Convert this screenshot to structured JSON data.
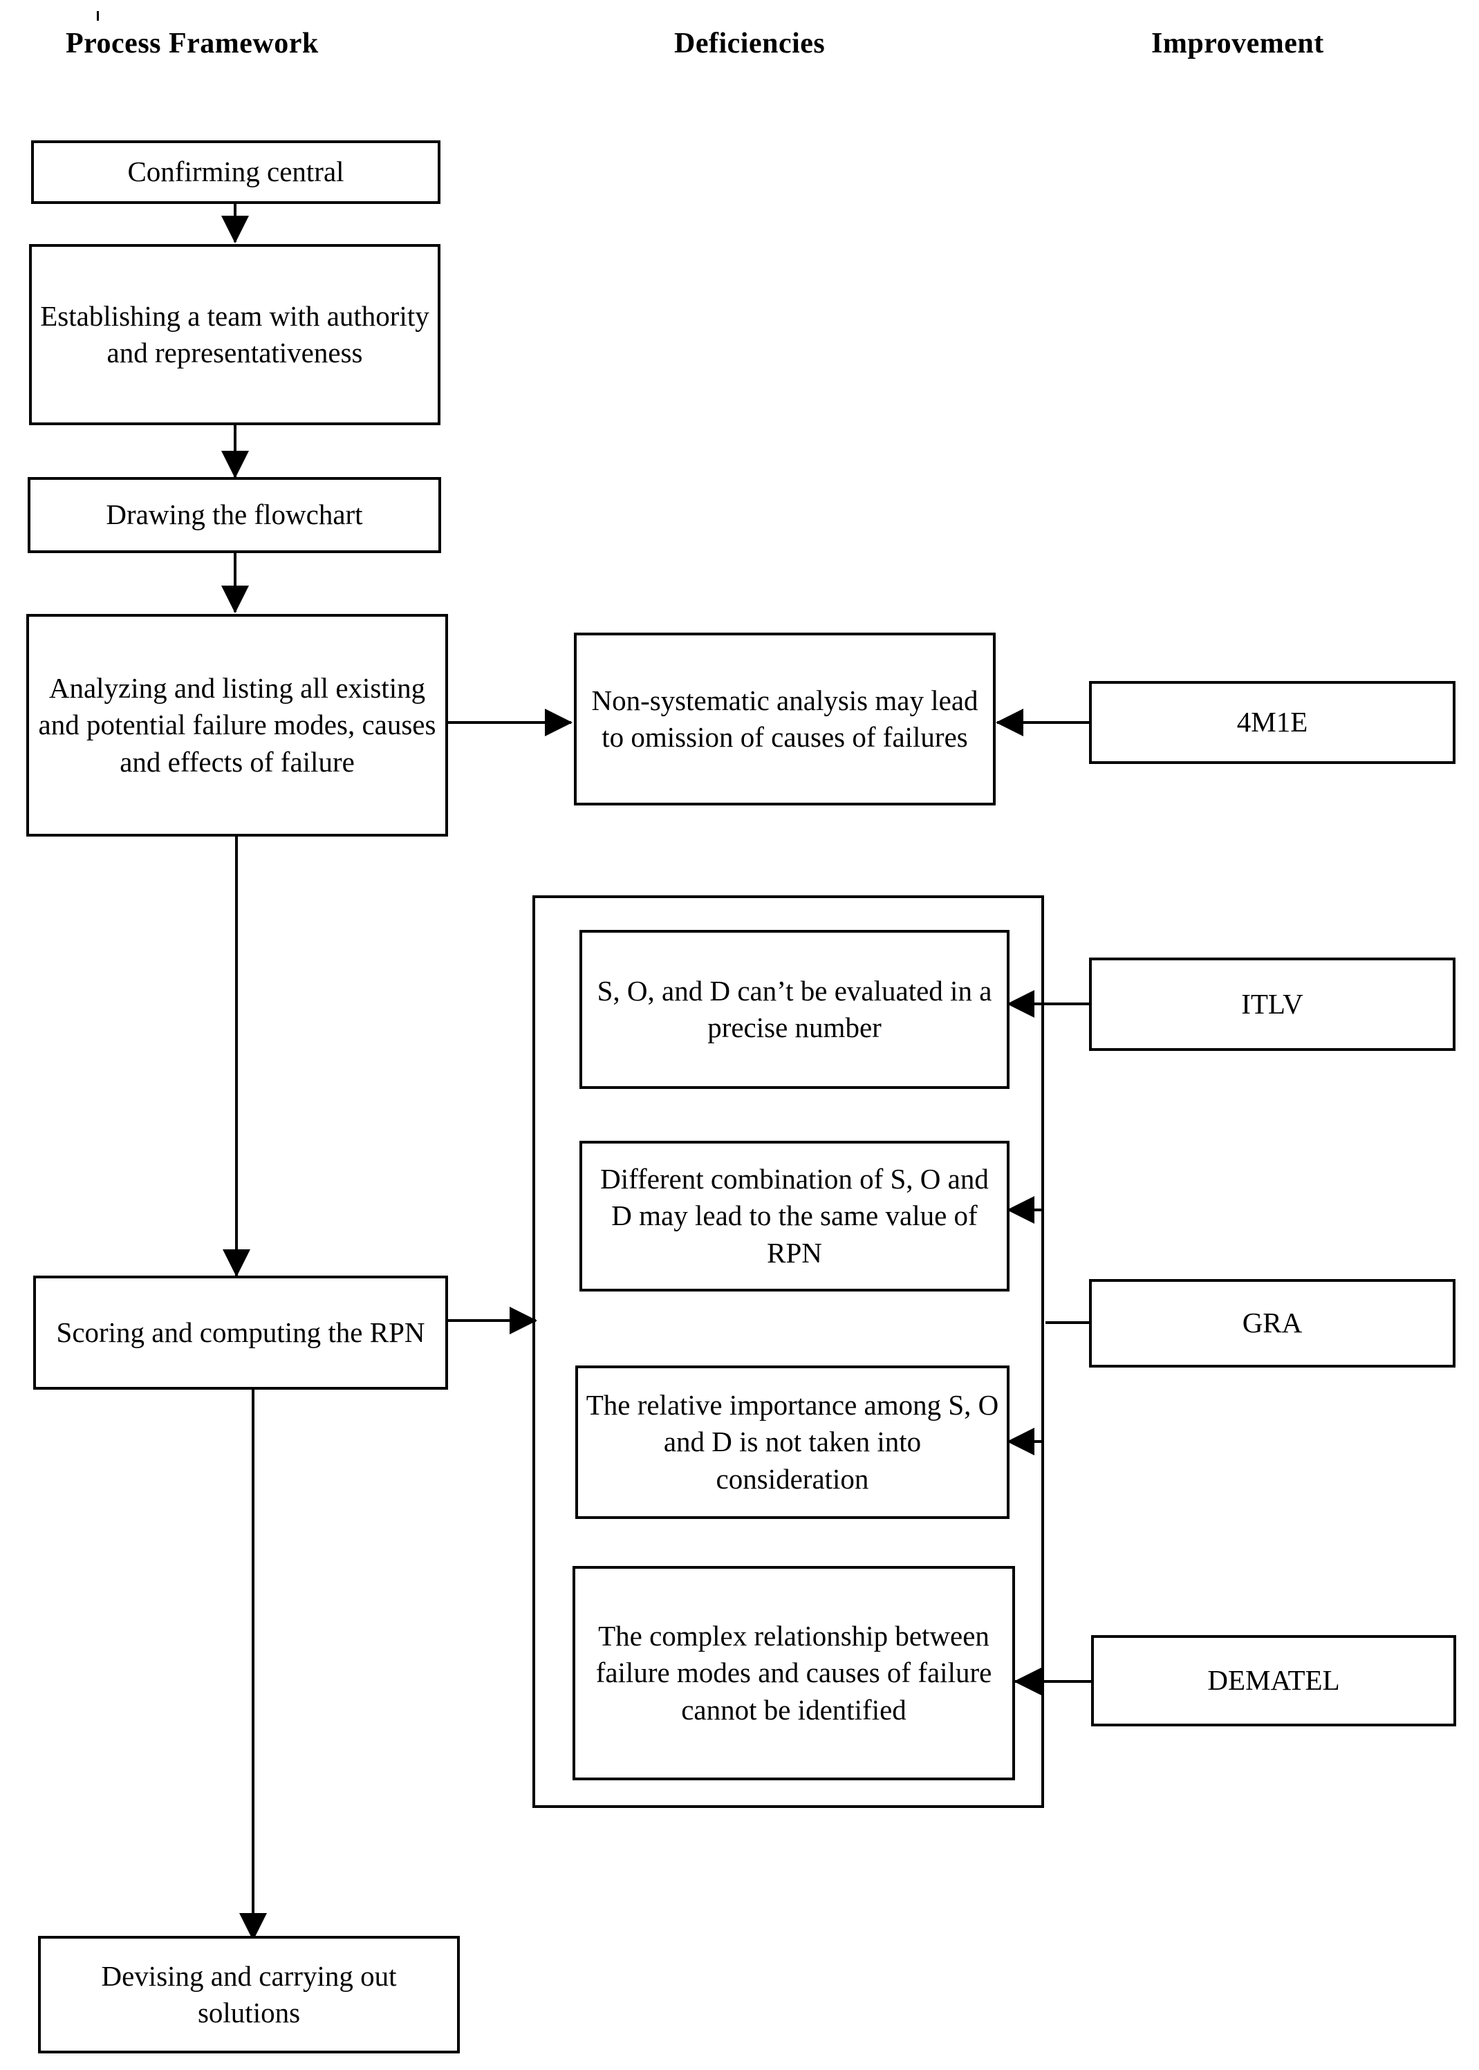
{
  "columns": [
    {
      "id": "process-framework",
      "label": "Process Framework"
    },
    {
      "id": "deficiencies",
      "label": "Deficiencies"
    },
    {
      "id": "improvement",
      "label": "Improvement"
    }
  ],
  "process_steps": [
    {
      "id": "confirming-central",
      "label": "Confirming central"
    },
    {
      "id": "establishing-team",
      "label": "Establishing a team with authority and representativeness"
    },
    {
      "id": "drawing-flowchart",
      "label": "Drawing the flowchart"
    },
    {
      "id": "analyzing-failure-modes",
      "label": "Analyzing and listing all existing and potential failure modes, causes and effects of failure"
    },
    {
      "id": "scoring-rpn",
      "label": "Scoring and computing the RPN"
    },
    {
      "id": "devising-solutions",
      "label": "Devising and carrying out solutions"
    }
  ],
  "deficiencies": [
    {
      "id": "non-systematic-analysis",
      "label": "Non-systematic analysis may lead to omission of causes of failures"
    },
    {
      "id": "sod-not-precise",
      "label": "S, O, and D can’t be evaluated in a precise number"
    },
    {
      "id": "same-rpn-value",
      "label": "Different combination of S, O and D may lead to the same value of RPN"
    },
    {
      "id": "relative-importance",
      "label": "The relative importance among S, O and D is not taken into consideration"
    },
    {
      "id": "complex-relationship",
      "label": "The complex relationship between failure modes and causes of failure cannot be identified"
    }
  ],
  "improvements": [
    {
      "id": "4m1e",
      "label": "4M1E"
    },
    {
      "id": "itlv",
      "label": "ITLV"
    },
    {
      "id": "gra",
      "label": "GRA"
    },
    {
      "id": "dematel",
      "label": "DEMATEL"
    }
  ],
  "colors": {
    "stroke": "#000000",
    "background": "#ffffff",
    "text": "#000000"
  }
}
